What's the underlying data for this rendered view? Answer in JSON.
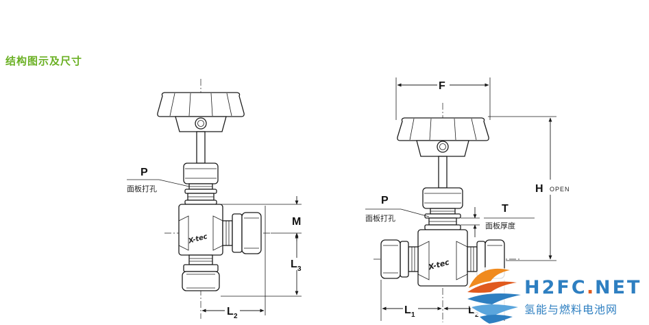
{
  "section_title": "结构图示及尺寸",
  "left_view": {
    "p_label": "P",
    "panel_hole": "面板打孔",
    "m_label": "M",
    "l3_label": "L",
    "l3_sub": "3",
    "l2_label": "L",
    "l2_sub": "2",
    "body_mark": "X-tec"
  },
  "right_view": {
    "f_label": "F",
    "h_label": "H",
    "open_label": "OPEN",
    "p_label": "P",
    "panel_hole": "面板打孔",
    "t_label": "T",
    "panel_thickness": "面板厚度",
    "l1_label": "L",
    "l1_sub": "1",
    "l2_label": "L",
    "l2_sub": "2",
    "body_mark": "X-tec"
  },
  "watermark": {
    "brand_a": "H2FC",
    "brand_dot": ".",
    "brand_b": "NET",
    "brand_cn": "氢能与燃料电池网",
    "colors": {
      "blue": "#2e7fc1",
      "orange": "#e05a1e"
    }
  },
  "colors": {
    "title_green": "#6ab023"
  }
}
